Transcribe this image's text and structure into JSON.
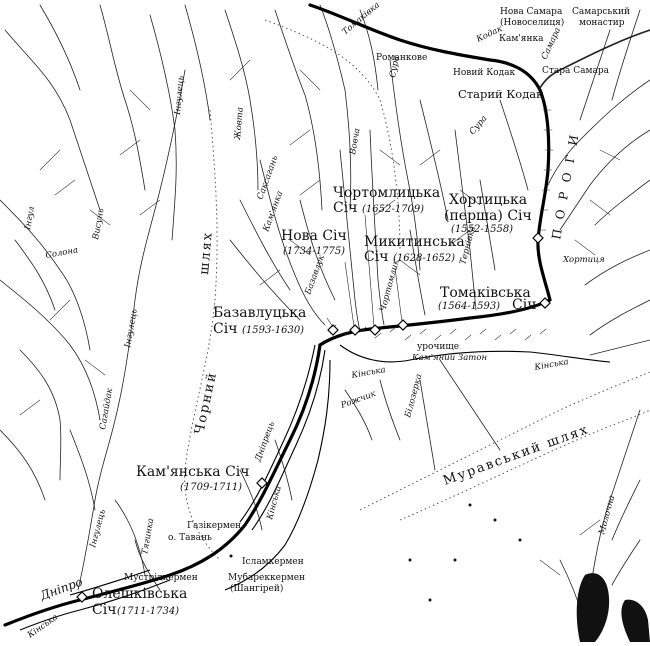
{
  "map": {
    "sich": [
      {
        "id": "oleshky",
        "name_1": "Олешківська",
        "name_2": "Січ",
        "dates": "(1711-1734)"
      },
      {
        "id": "kamianka",
        "name_1": "Кам'янська Січ",
        "name_2": "",
        "dates": "(1709-1711)"
      },
      {
        "id": "bazavluk",
        "name_1": "Базавлуцька",
        "name_2": "Січ",
        "dates": "(1593-1630)"
      },
      {
        "id": "nova",
        "name_1": "Нова Січ",
        "name_2": "",
        "dates": "(1734-1775)"
      },
      {
        "id": "chortomlyk",
        "name_1": "Чортомлицька",
        "name_2": "Січ",
        "dates": "(1652-1709)"
      },
      {
        "id": "mykytyn",
        "name_1": "Микитинська",
        "name_2": "Січ",
        "dates": "(1628-1652)"
      },
      {
        "id": "khortytsia",
        "name_1": "Хортицька",
        "name_2": "(перша) Січ",
        "dates": "(1552-1558)"
      },
      {
        "id": "tomakivka",
        "name_1": "Томаківська",
        "name_2": "Січ",
        "dates": "(1564-1593)"
      }
    ],
    "places": {
      "nova_samara": "Нова Самара",
      "novoselytsia": "(Новоселиця)",
      "samara_monastery_1": "Самарський",
      "samara_monastery_2": "монастир",
      "kamianka": "Кам'янка",
      "romankove": "Романкове",
      "novyi_kodak": "Новий Кодак",
      "stara_samara": "Стара Самара",
      "staryi_kodak": "Старий Кодак",
      "khortytsia_island": "Хортиця",
      "urochyshche": "урочище",
      "kamianyi_zaton": "Кам'яний Затон",
      "gazikermen": "Газікермен",
      "o_tavan": "о. Тавань",
      "islamkermen": "Ісламкермен",
      "mustridkermen": "Мустрідкермен",
      "mubarekkermen": "Мубареккермен",
      "shanhirei": "(Шангірей)"
    },
    "rivers": {
      "dnipro": "Дніпро",
      "samara": "Самара",
      "kinska": "Кінська",
      "kinska_2": "Кінська",
      "kinska_3": "Кінська",
      "kinska_4": "Кінська",
      "sura": "Сура",
      "sura_2": "Сура",
      "bazavluk": "Базавлук",
      "chortomlyk": "Чортомлик",
      "bilozerka": "Білозерка",
      "rozhchyk": "Рожчик",
      "molochna": "Молочна",
      "inhulets": "Інгулець",
      "inhulets_2": "Інгулець",
      "inhulets_3": "Інгулець",
      "zhovta": "Жовта",
      "saksahan": "Саксагань",
      "kamianka": "Кам'янка",
      "solona": "Солона",
      "tomakivka": "Томаківка",
      "inhul": "Інгул",
      "vysun": "Висунь",
      "sahaidak": "Сагайдак",
      "mokra_moskovka": "Тернівка",
      "tiahynka": "Тягинка",
      "voltchia": "Вовча",
      "kodak": "Кодак",
      "dniprets": "Дніпрець"
    },
    "roads": {
      "chornyi_1": "Чорний",
      "chornyi_2": "шлях",
      "muravskyi": "Муравський шлях"
    },
    "rapids": {
      "label": "П О Р О Г И"
    }
  }
}
